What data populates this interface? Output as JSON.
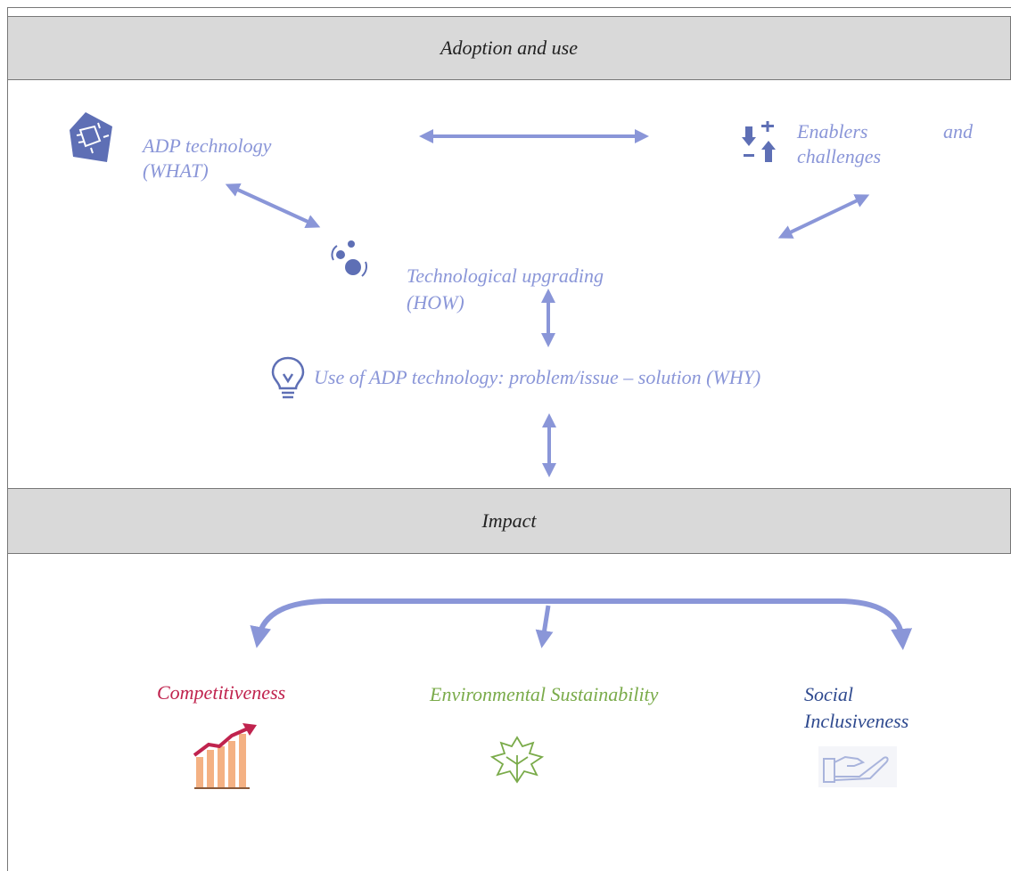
{
  "sections": {
    "adoption": "Adoption and use",
    "impact": "Impact"
  },
  "nodes": {
    "adp_technology": "ADP technology",
    "adp_technology_q": "(WHAT)",
    "enablers": "Enablers",
    "enablers_and": "and",
    "challenges": "challenges",
    "upgrading": "Technological upgrading",
    "upgrading_q": "(HOW)",
    "use": "Use of ADP technology: problem/issue – solution (WHY)"
  },
  "outcomes": {
    "competitiveness": "Competitiveness",
    "environmental": "Environmental Sustainability",
    "social_1": "Social",
    "social_2": "Inclusiveness"
  },
  "colors": {
    "arrow": "#8a96d8",
    "competitiveness": "#c0234e",
    "environmental": "#7aab4a",
    "social": "#2f4a8f",
    "band": "#d9d9d9"
  }
}
